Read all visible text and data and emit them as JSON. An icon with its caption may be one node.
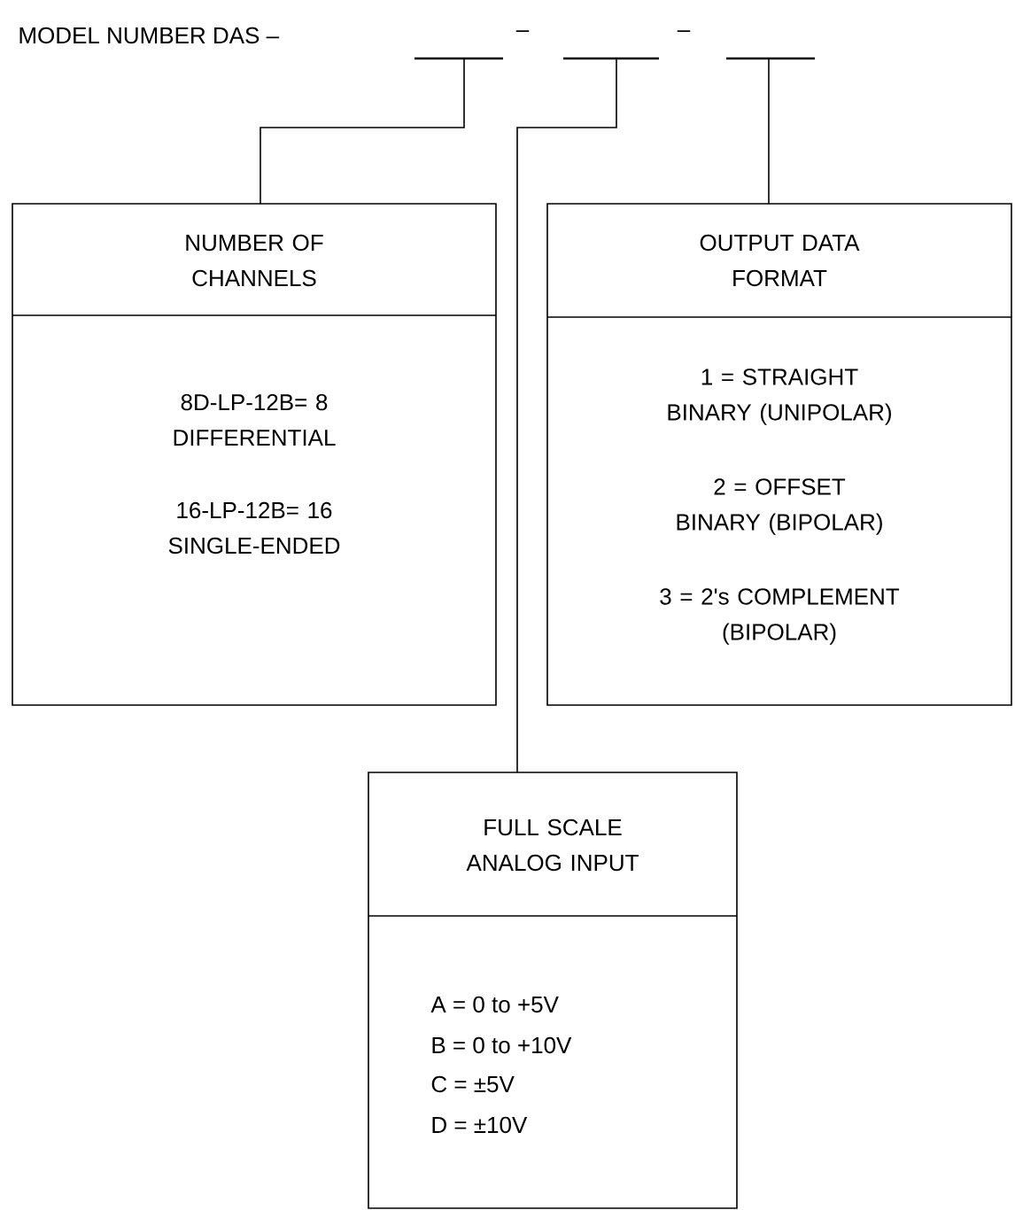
{
  "diagram": {
    "nodes": [
      {
        "text": [],
        "shape": "bar"
      },
      {
        "text": [],
        "shape": "bar"
      },
      {
        "text": [],
        "shape": "bar"
      },
      {
        "text": [
          "NUMBER OF CHANNELS",
          "8D-LP-12B= 8 DIFFERENTIAL",
          "16-LP-12B= 16 SINGLE-ENDED"
        ]
      },
      {
        "text": [
          "OUTPUT DATA FORMAT",
          "1 = STRAIGHT BINARY (UNIPOLAR)",
          "2 = OFFSET BINARY (BIPOLAR)",
          "3 = 2's COMPLEMENT (BIPOLAR)"
        ]
      },
      {
        "text": [
          "FULL SCALE ANALOG INPUT",
          "A = 0 to +5V",
          "B = 0 to +10V",
          "C = ±5V",
          "D = ±10V"
        ]
      }
    ],
    "edges": [
      {
        "from": 0,
        "to": 3,
        "arrow": "none"
      },
      {
        "from": 1,
        "to": 5,
        "arrow": "none"
      },
      {
        "from": 2,
        "to": 4,
        "arrow": "none"
      }
    ],
    "labels": [
      "MODEL NUMBER DAS –",
      "–",
      "–"
    ]
  }
}
